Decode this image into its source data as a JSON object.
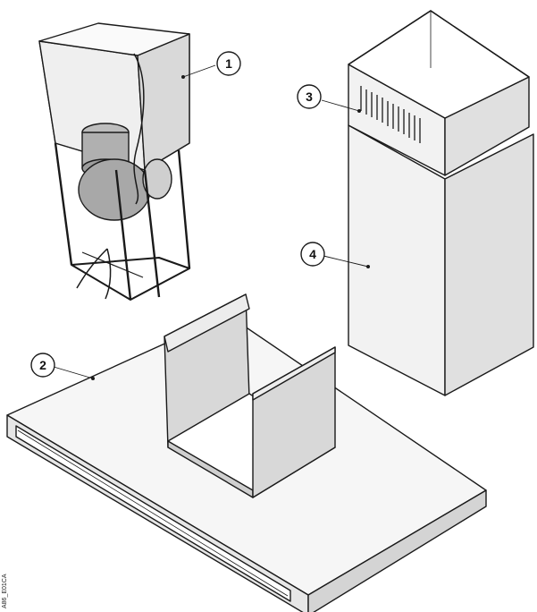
{
  "callouts": [
    {
      "number": "1",
      "part": "motor-frame"
    },
    {
      "number": "2",
      "part": "hood-canopy"
    },
    {
      "number": "3",
      "part": "upper-chimney"
    },
    {
      "number": "4",
      "part": "lower-chimney"
    }
  ],
  "drawing_code": "A86_E01CA",
  "colors": {
    "outline": "#1a1a1a",
    "panel_light": "#f1f1f1",
    "panel_mid": "#e2e2e2",
    "panel_dark": "#c4c4c4",
    "background": "#ffffff"
  }
}
